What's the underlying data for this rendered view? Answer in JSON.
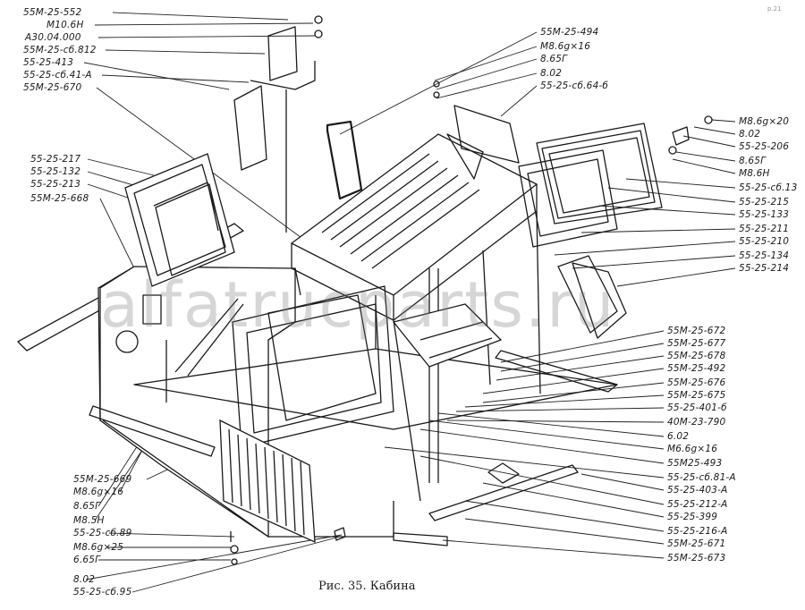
{
  "watermark": "alfatrucparts.ru",
  "corner_mark": "p.21",
  "caption": "Рис. 35. Кабина",
  "labels_left": [
    "55М-25-552",
    "М10.6Н",
    "А30.04.000",
    "55М-25-сб.812",
    "55-25-413",
    "55-25-сб.41-А",
    "55М-25-670",
    "55-25-217",
    "55-25-132",
    "55-25-213",
    "55М-25-668"
  ],
  "labels_bottom_left": [
    "55М-25-669",
    "М8.6g×16",
    "8.65Г",
    "М8.5Н",
    "55-25-сб.89",
    "М8.6g×25",
    "6.65Г",
    "8.02",
    "55-25-сб.95"
  ],
  "labels_top_right": [
    "55М-25-494",
    "М8.6g×16",
    "8.65Г",
    "8.02",
    "55-25-сб.64-б"
  ],
  "labels_right": [
    "М8.6g×20",
    "8.02",
    "55-25-206",
    "8.65Г",
    "М8.6Н",
    "55-25-сб.13",
    "55-25-215",
    "55-25-133",
    "55-25-211",
    "55-25-210",
    "55-25-134",
    "55-25-214"
  ],
  "labels_bottom_right": [
    "55М-25-672",
    "55М-25-677",
    "55М-25-678",
    "55М-25-492",
    "55М-25-676",
    "55М-25-675",
    "55-25-401-б",
    "40М-23-790",
    "6.02",
    "М6.6g×16",
    "55М25-493",
    "55-25-сб.81-А",
    "55-25-403-А",
    "55-25-212-А",
    "55-25-399",
    "55-25-216-А",
    "55М-25-671",
    "55М-25-673"
  ]
}
